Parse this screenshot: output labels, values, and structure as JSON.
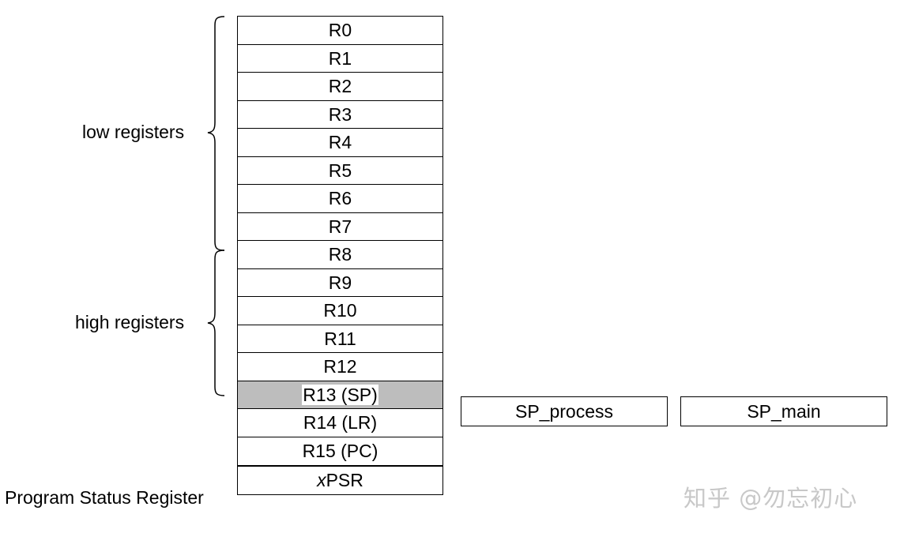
{
  "registers": [
    "R0",
    "R1",
    "R2",
    "R3",
    "R4",
    "R5",
    "R6",
    "R7",
    "R8",
    "R9",
    "R10",
    "R11",
    "R12",
    "R13 (SP)",
    "R14 (LR)",
    "R15 (PC)"
  ],
  "xpsr": {
    "prefix": "x",
    "suffix": "PSR"
  },
  "groups": {
    "low": "low registers",
    "high": "high registers",
    "psr": "Program Status Register"
  },
  "banked_sp": {
    "process": "SP_process",
    "main": "SP_main"
  },
  "highlight": {
    "register": "R13 (SP)",
    "color": "#bdbdbd"
  },
  "watermark": "知乎 @勿忘初心"
}
